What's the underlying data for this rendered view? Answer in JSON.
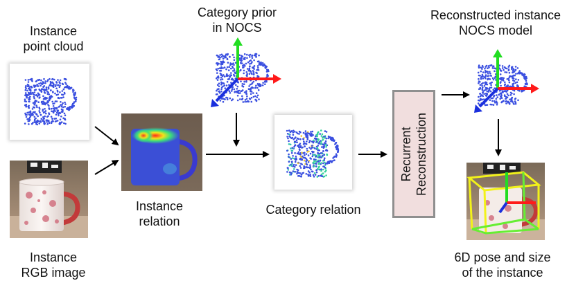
{
  "labels": {
    "instance_point_cloud": [
      "Instance",
      "point cloud"
    ],
    "instance_rgb": [
      "Instance",
      "RGB image"
    ],
    "instance_relation": [
      "Instance",
      "relation"
    ],
    "category_prior": [
      "Category prior",
      "in NOCS"
    ],
    "category_relation": "Category relation",
    "recurrent_reconstruction": [
      "Recurrent",
      "Reconstruction"
    ],
    "reconstructed_model": [
      "Reconstructed instance",
      "NOCS model"
    ],
    "pose_size": [
      "6D pose and size",
      "of the instance"
    ]
  },
  "colors": {
    "point_blue": "#3a4fe0",
    "axis_red": "#ff1a1a",
    "axis_green": "#22dd22",
    "axis_blue": "#1a2fdd",
    "box_yellow": "#f2f21a",
    "box_green": "#66ee33",
    "recon_fill": "#f1dede",
    "recon_border": "#8f8f8f"
  }
}
